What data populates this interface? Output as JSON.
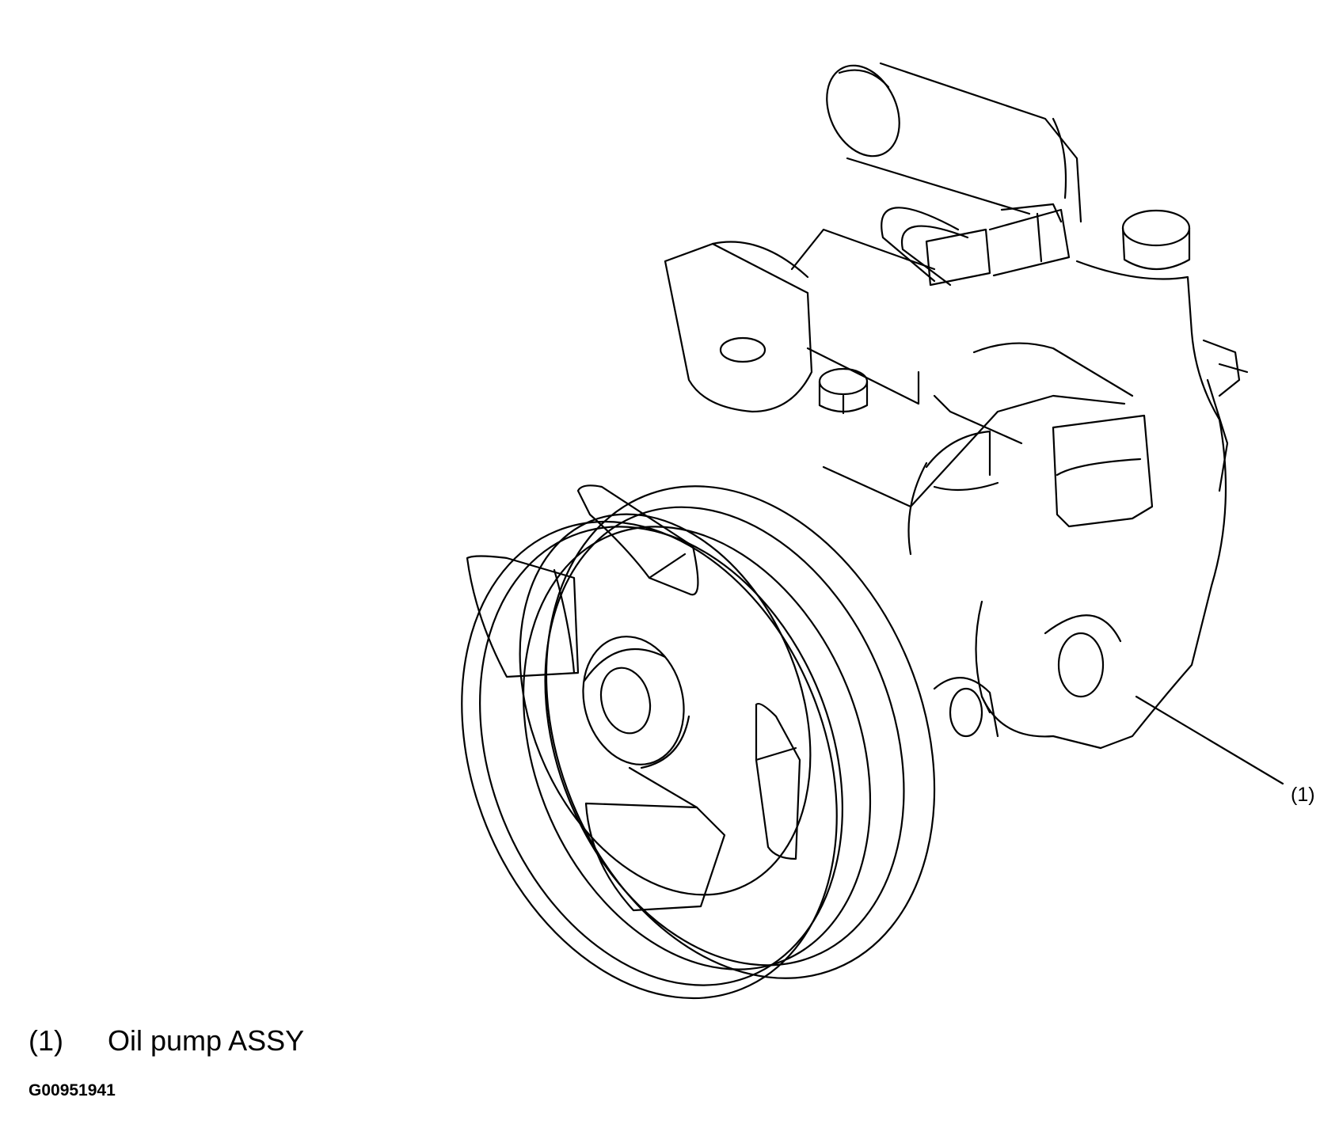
{
  "callout": {
    "marker": "(1)"
  },
  "legend": {
    "items": [
      {
        "marker": "(1)",
        "label": "Oil pump ASSY"
      }
    ]
  },
  "figure_id": "G00951941",
  "colors": {
    "line": "#000000",
    "background": "#ffffff"
  }
}
